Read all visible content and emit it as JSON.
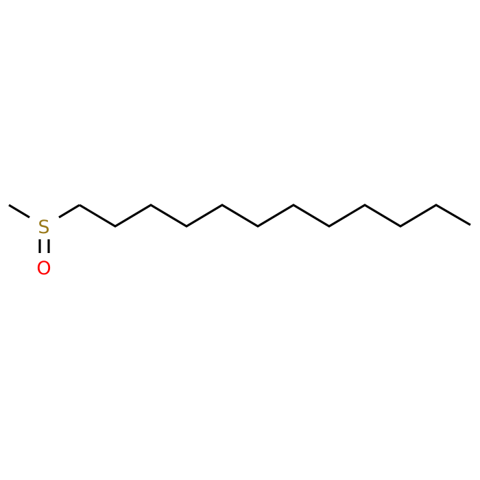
{
  "molecule": {
    "atoms": [
      {
        "label": "S",
        "color": "#9a7a1a"
      },
      {
        "label": "O",
        "color": "#ff0000"
      }
    ],
    "bond_color": "#000000",
    "chain_carbons": 12
  }
}
